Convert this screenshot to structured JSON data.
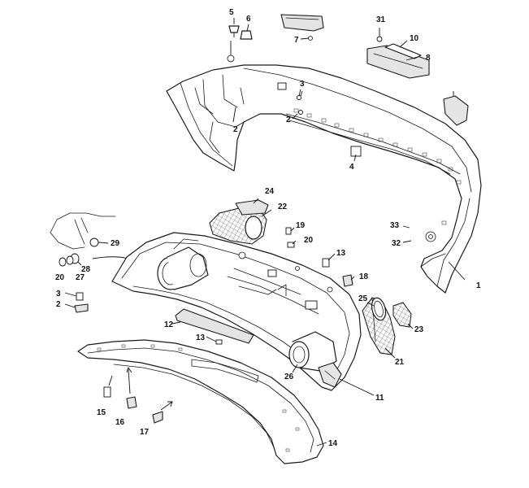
{
  "figure": {
    "callouts": [
      {
        "id": "c1",
        "label": "1"
      },
      {
        "id": "c2a",
        "label": "2"
      },
      {
        "id": "c2b",
        "label": "2"
      },
      {
        "id": "c2c",
        "label": "2"
      },
      {
        "id": "c3a",
        "label": "3"
      },
      {
        "id": "c3b",
        "label": "3"
      },
      {
        "id": "c4",
        "label": "4"
      },
      {
        "id": "c5",
        "label": "5"
      },
      {
        "id": "c6",
        "label": "6"
      },
      {
        "id": "c7",
        "label": "7"
      },
      {
        "id": "c8",
        "label": "8"
      },
      {
        "id": "c10",
        "label": "10"
      },
      {
        "id": "c11",
        "label": "11"
      },
      {
        "id": "c12",
        "label": "12"
      },
      {
        "id": "c13a",
        "label": "13"
      },
      {
        "id": "c13b",
        "label": "13"
      },
      {
        "id": "c14",
        "label": "14"
      },
      {
        "id": "c15",
        "label": "15"
      },
      {
        "id": "c16",
        "label": "16"
      },
      {
        "id": "c17",
        "label": "17"
      },
      {
        "id": "c18",
        "label": "18"
      },
      {
        "id": "c19",
        "label": "19"
      },
      {
        "id": "c20a",
        "label": "20"
      },
      {
        "id": "c20b",
        "label": "20"
      },
      {
        "id": "c21",
        "label": "21"
      },
      {
        "id": "c22",
        "label": "22"
      },
      {
        "id": "c23",
        "label": "23"
      },
      {
        "id": "c24",
        "label": "24"
      },
      {
        "id": "c25",
        "label": "25"
      },
      {
        "id": "c26",
        "label": "26"
      },
      {
        "id": "c27",
        "label": "27"
      },
      {
        "id": "c28",
        "label": "28"
      },
      {
        "id": "c29",
        "label": "29"
      },
      {
        "id": "c31",
        "label": "31"
      },
      {
        "id": "c32",
        "label": "32"
      },
      {
        "id": "c33",
        "label": "33"
      }
    ]
  }
}
